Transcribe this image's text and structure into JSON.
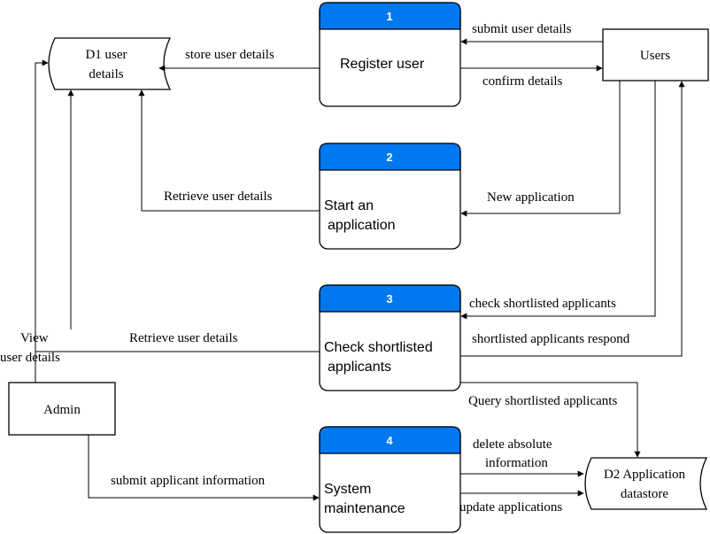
{
  "processes": [
    {
      "number": "1",
      "label_lines": [
        "Register user"
      ]
    },
    {
      "number": "2",
      "label_lines": [
        "Start an",
        "application"
      ]
    },
    {
      "number": "3",
      "label_lines": [
        "Check shortlisted",
        "applicants"
      ]
    },
    {
      "number": "4",
      "label_lines": [
        "System",
        "maintenance"
      ]
    }
  ],
  "stores": {
    "d1": {
      "label_lines": [
        "D1 user",
        "details"
      ]
    },
    "d2": {
      "label_lines": [
        "D2 Application",
        "datastore"
      ]
    }
  },
  "entities": {
    "users": {
      "label": "Users"
    },
    "admin": {
      "label": "Admin"
    }
  },
  "flows": {
    "submit_user_details": "submit user details",
    "confirm_details": "confirm details",
    "store_user_details": "store user details",
    "new_application": "New application",
    "retrieve_user_details_2": "Retrieve user details",
    "check_shortlisted": "check shortlisted applicants",
    "shortlisted_respond": "shortlisted applicants respond",
    "retrieve_user_details_admin": "Retrieve user details",
    "view_user_details": [
      "View",
      "user details"
    ],
    "query_shortlisted": "Query shortlisted applicants",
    "submit_applicant_info": "submit applicant information",
    "delete_absolute": [
      "delete absolute",
      "information"
    ],
    "update_applications": "update applications"
  }
}
